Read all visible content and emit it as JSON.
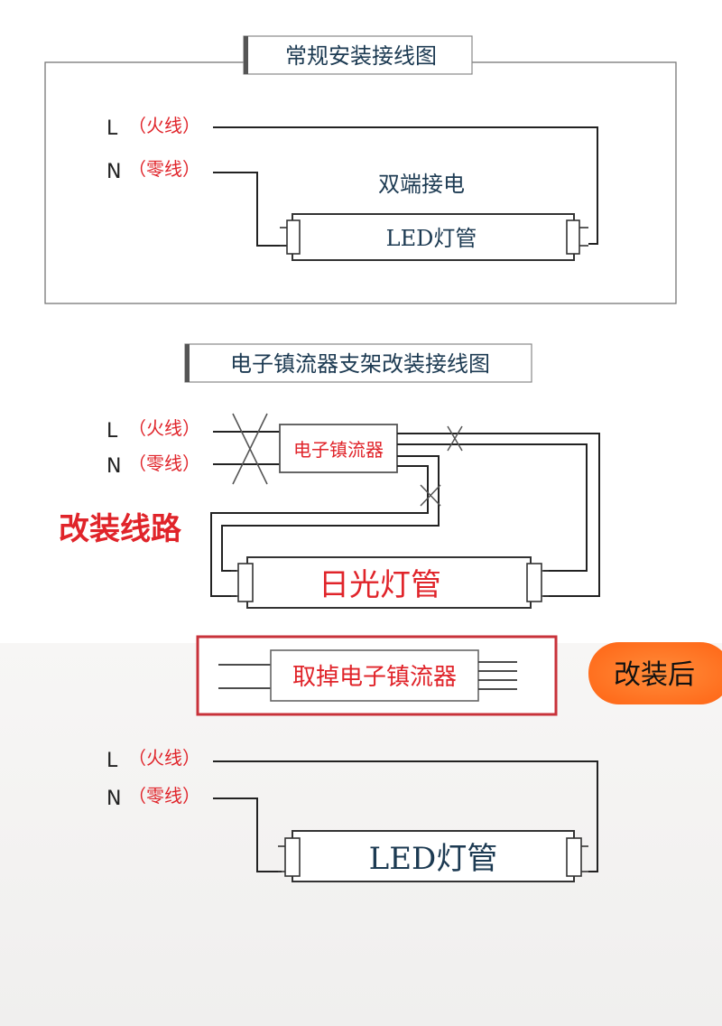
{
  "section1": {
    "title": "常规安装接线图",
    "live_letter": "L",
    "live_label": "（火线）",
    "neutral_letter": "N",
    "neutral_label": "（零线）",
    "note": "双端接电",
    "tube_label": "LED灯管"
  },
  "section2": {
    "title": "电子镇流器支架改装接线图",
    "live_letter": "L",
    "live_label": "（火线）",
    "neutral_letter": "N",
    "neutral_label": "（零线）",
    "ballast_label": "电子镇流器",
    "retrofit_label": "改装线路",
    "tube_label": "日光灯管"
  },
  "removal": {
    "label": "取掉电子镇流器",
    "after_badge": "改装后"
  },
  "section3": {
    "live_letter": "L",
    "live_label": "（火线）",
    "neutral_letter": "N",
    "neutral_label": "（零线）",
    "tube_label": "LED灯管"
  },
  "colors": {
    "line": "#222222",
    "label_red": "#e0242a",
    "title_blue": "#1c3a52",
    "frame_red": "#c8323a",
    "badge_orange": "#ff7a2a"
  }
}
